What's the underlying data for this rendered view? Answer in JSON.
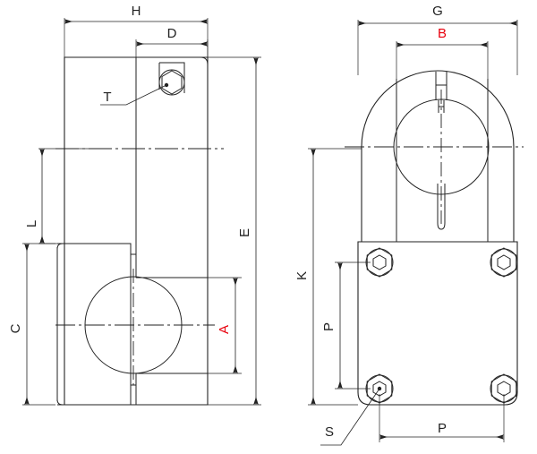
{
  "drawing": {
    "title": "Pipe clamp technical drawing",
    "views": [
      {
        "name": "side-view",
        "label": ""
      },
      {
        "name": "front-view",
        "label": ""
      }
    ],
    "line_color": "#222222",
    "accent_color": "#e8000d",
    "background_color": "#ffffff"
  },
  "dimensions": {
    "H": {
      "label": "H",
      "color": "#222222",
      "view": "side-view",
      "orientation": "horizontal"
    },
    "D": {
      "label": "D",
      "color": "#222222",
      "view": "side-view",
      "orientation": "horizontal"
    },
    "T": {
      "label": "T",
      "color": "#222222",
      "view": "side-view",
      "orientation": "leader"
    },
    "L": {
      "label": "L",
      "color": "#222222",
      "view": "side-view",
      "orientation": "vertical"
    },
    "C": {
      "label": "C",
      "color": "#222222",
      "view": "side-view",
      "orientation": "vertical"
    },
    "E": {
      "label": "E",
      "color": "#222222",
      "view": "side-view",
      "orientation": "vertical"
    },
    "A": {
      "label": "A",
      "color": "#e8000d",
      "view": "side-view",
      "orientation": "vertical"
    },
    "G": {
      "label": "G",
      "color": "#222222",
      "view": "front-view",
      "orientation": "horizontal"
    },
    "B": {
      "label": "B",
      "color": "#e8000d",
      "view": "front-view",
      "orientation": "horizontal"
    },
    "K": {
      "label": "K",
      "color": "#222222",
      "view": "front-view",
      "orientation": "vertical"
    },
    "P_vertical": {
      "label": "P",
      "color": "#222222",
      "view": "front-view",
      "orientation": "vertical"
    },
    "P_horizontal": {
      "label": "P",
      "color": "#222222",
      "view": "front-view",
      "orientation": "horizontal"
    },
    "S": {
      "label": "S",
      "color": "#222222",
      "view": "front-view",
      "orientation": "leader"
    }
  },
  "labels": {
    "H": "H",
    "D": "D",
    "T": "T",
    "L": "L",
    "C": "C",
    "E": "E",
    "A": "A",
    "G": "G",
    "B": "B",
    "K": "K",
    "P_vertical": "P",
    "P_horizontal": "P",
    "S": "S"
  }
}
